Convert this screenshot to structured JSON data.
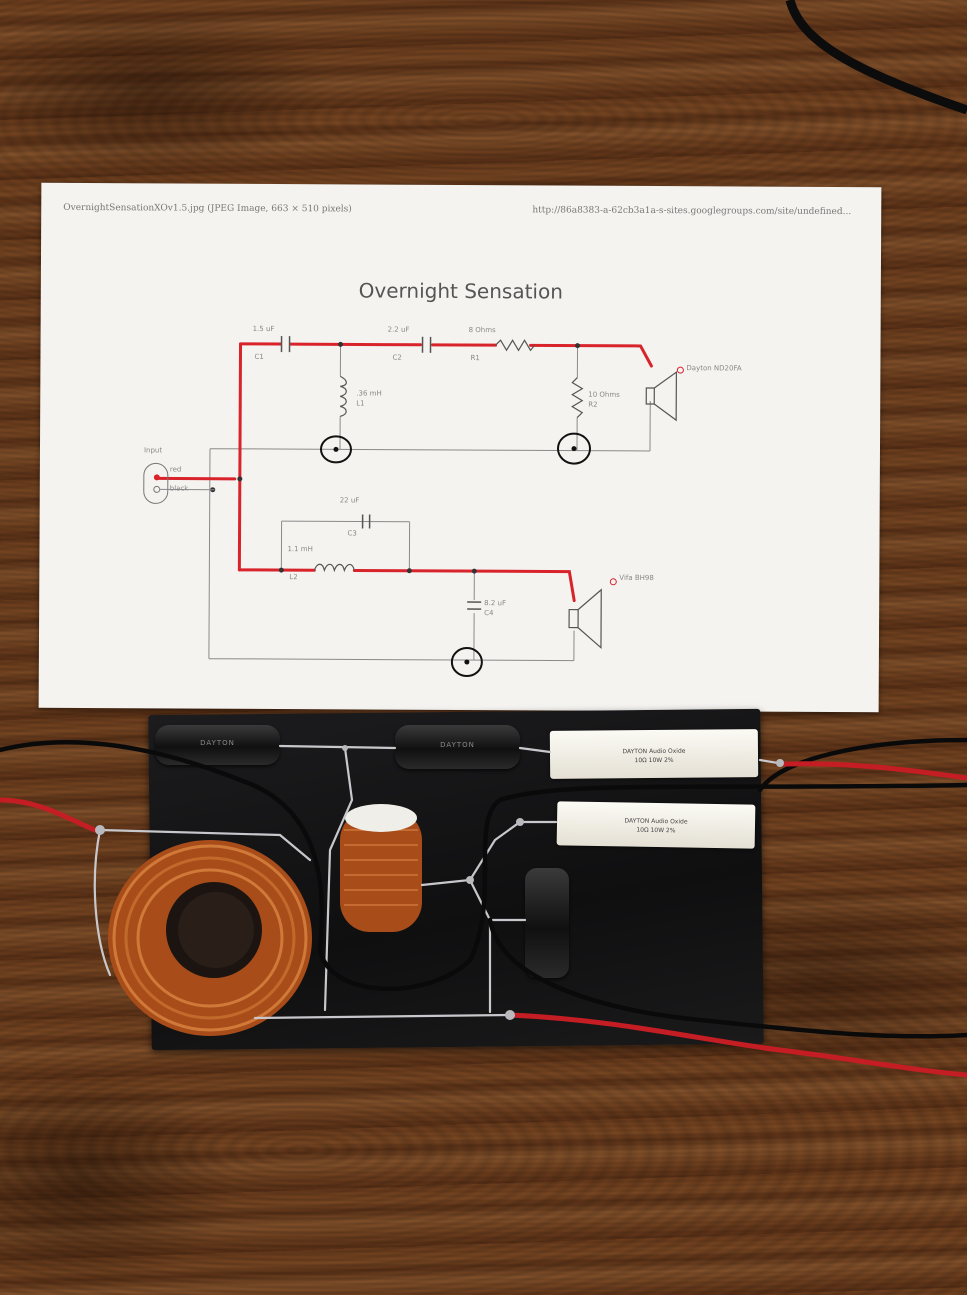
{
  "printout": {
    "header_left": "OvernightSensationXOv1.5.jpg (JPEG Image, 663 × 510 pixels)",
    "header_right": "http://86a8383-a-62cb3a1a-s-sites.googlegroups.com/site/undefined...",
    "title": "Overnight Sensation",
    "components": {
      "c1_value": "1.5 uF",
      "c1_name": "C1",
      "c2_value": "2.2 uF",
      "c2_name": "C2",
      "r1_value": "8 Ohms",
      "r1_name": "R1",
      "l1_value": ".36 mH",
      "l1_name": "L1",
      "r2_value": "10 Ohms",
      "r2_name": "R2",
      "tweeter": "Dayton ND20FA",
      "input": "Input",
      "red": "red",
      "black": "black",
      "c3_value": "22 uF",
      "c3_name": "C3",
      "l2_value": "1.1 mH",
      "l2_name": "L2",
      "c4_value": "8.2 uF",
      "c4_name": "C4",
      "woofer": "Vifa BH98"
    }
  },
  "board": {
    "resistor_1_text": "DAYTON Audio Oxide",
    "resistor_1_spec": "10Ω 10W 2%",
    "resistor_2_text": "DAYTON Audio Oxide",
    "resistor_2_spec": "10Ω 10W 2%",
    "cap_brand": "DAYTON"
  },
  "colors": {
    "trace_red": "#d9232a",
    "trace_gray": "#888888",
    "copper": "#b5561f",
    "board": "#141415"
  }
}
